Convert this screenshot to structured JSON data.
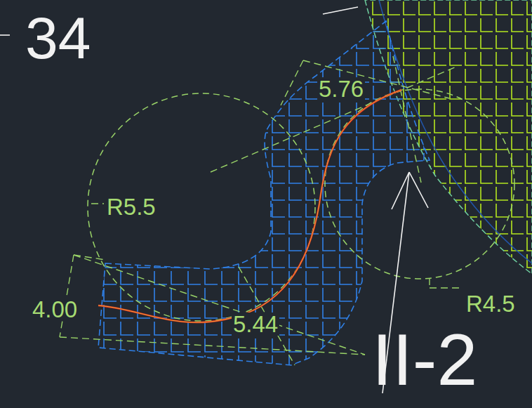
{
  "diagram": {
    "labels": [
      "34",
      "5.76",
      "R5.5",
      "4.00",
      "5.44",
      "R4.5",
      "II-2"
    ]
  }
}
